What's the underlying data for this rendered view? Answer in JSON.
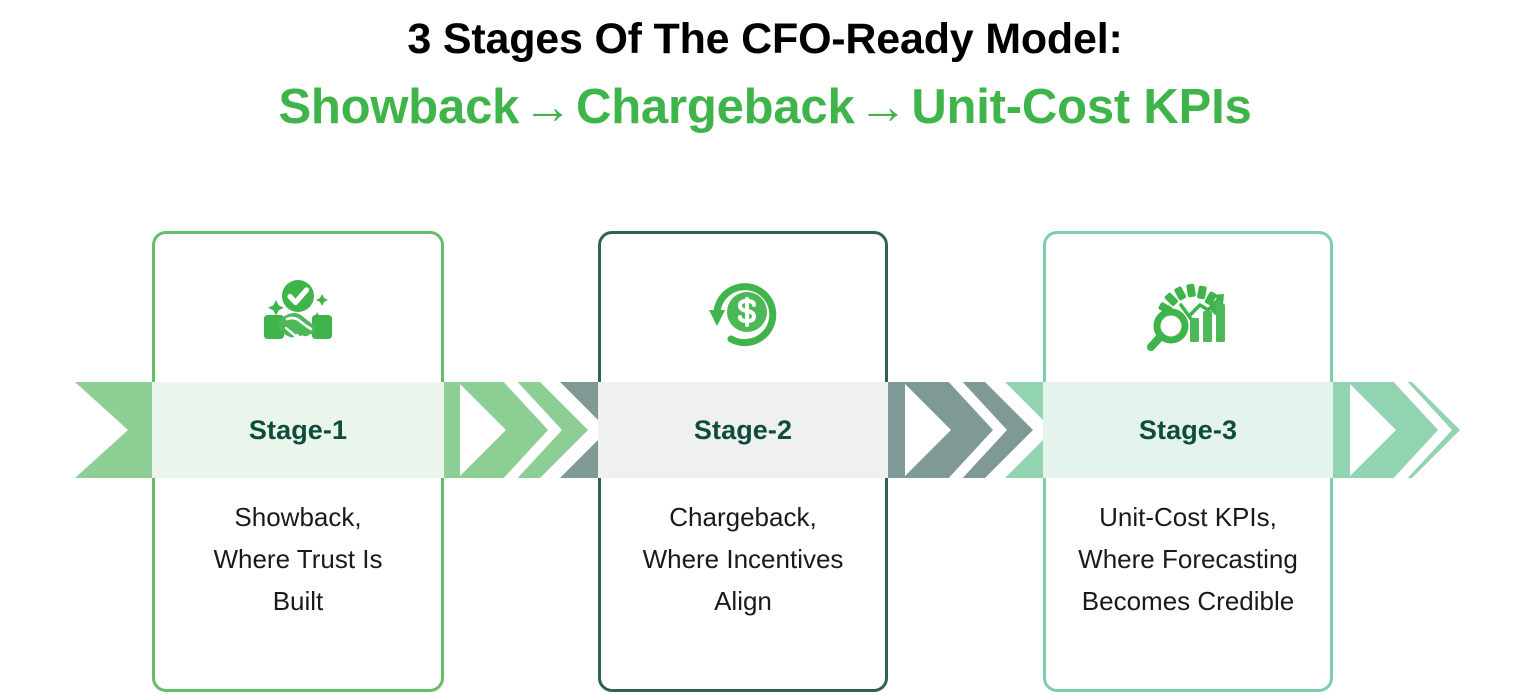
{
  "title": {
    "line1": "3 Stages Of The CFO-Ready Model:",
    "line2_part1": "Showback",
    "line2_arrow1": "→",
    "line2_part2": "Chargeback",
    "line2_arrow2": "→",
    "line2_part3": "Unit-Cost KPIs",
    "line1_color": "#000000",
    "line2_color": "#3FB44A"
  },
  "colors": {
    "green_accent": "#3FB44A",
    "card1_border": "#64BE6A",
    "card2_border": "#2D6257",
    "card3_border": "#7ECFA9",
    "stage_label": "#0E4C3C",
    "band_green": "#8DCE94",
    "band_gray": "#7F9A96",
    "band_mint": "#92D3B2",
    "strip_green": "#EAF6EC",
    "strip_gray": "#EFF1F1",
    "strip_mint": "#E4F4EC",
    "body_text": "#1A1A1A"
  },
  "stages": [
    {
      "id": "stage-1",
      "label": "Stage-1",
      "icon": "handshake-check-icon",
      "description_lines": [
        "Showback,",
        "Where Trust Is",
        "Built"
      ],
      "border_color": "#64BE6A",
      "strip_color": "#EAF6EC",
      "band_color": "#8DCE94"
    },
    {
      "id": "stage-2",
      "label": "Stage-2",
      "icon": "dollar-refresh-icon",
      "description_lines": [
        "Chargeback,",
        "Where Incentives",
        "Align"
      ],
      "border_color": "#2D6257",
      "strip_color": "#EFF1F1",
      "band_color": "#7F9A96"
    },
    {
      "id": "stage-3",
      "label": "Stage-3",
      "icon": "gauge-analytics-icon",
      "description_lines": [
        "Unit-Cost KPIs,",
        "Where Forecasting",
        "Becomes Credible"
      ],
      "border_color": "#7ECFA9",
      "strip_color": "#E4F4EC",
      "band_color": "#92D3B2"
    }
  ]
}
